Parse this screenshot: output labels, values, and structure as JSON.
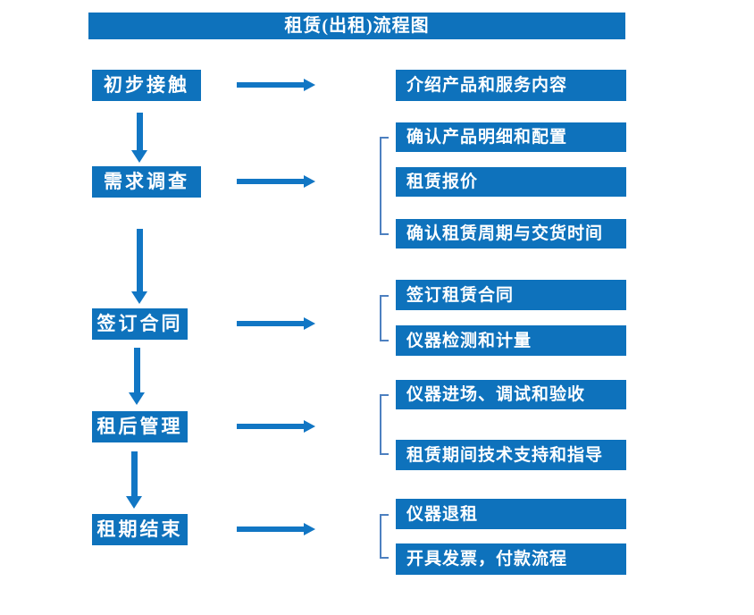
{
  "title": "租赁(出租)流程图",
  "colors": {
    "box_blue": "#0E72BC",
    "arrow_blue": "#1176C4",
    "bracket_blue": "#4D80C0",
    "text_white": "#FFFFFF",
    "background": "#FFFFFF"
  },
  "steps": [
    {
      "label": "初步接触",
      "details": [
        "介绍产品和服务内容"
      ]
    },
    {
      "label": "需求调查",
      "details": [
        "确认产品明细和配置",
        "租赁报价",
        "确认租赁周期与交货时间"
      ]
    },
    {
      "label": "签订合同",
      "details": [
        "签订租赁合同",
        "仪器检测和计量"
      ]
    },
    {
      "label": "租后管理",
      "details": [
        "仪器进场、调试和验收",
        "租赁期间技术支持和指导"
      ]
    },
    {
      "label": "租期结束",
      "details": [
        "仪器退租",
        "开具发票，付款流程"
      ]
    }
  ]
}
